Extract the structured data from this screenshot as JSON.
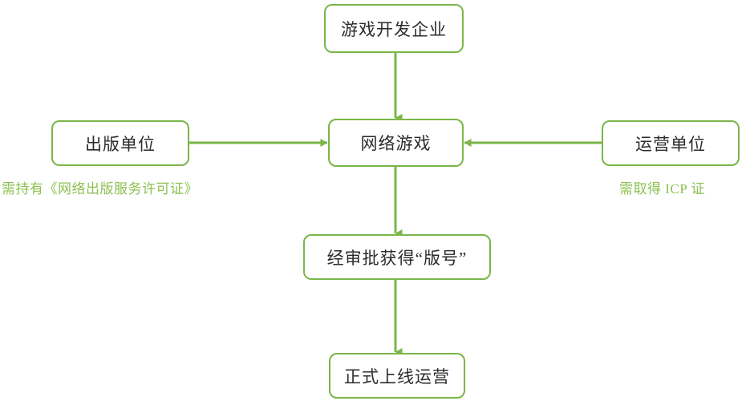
{
  "diagram": {
    "title_text": "",
    "accent_color": "#7ab648",
    "caption_color": "#8cc152",
    "nodes": {
      "developer": "游戏开发企业",
      "online_game": "网络游戏",
      "publisher": "出版单位",
      "operator": "运营单位",
      "approval": "经审批获得“版号”",
      "launch": "正式上线运营"
    },
    "captions": {
      "publisher_requirement": "需持有《网络出版服务许可证》",
      "operator_requirement": "需取得 ICP 证"
    },
    "edges": [
      {
        "from": "developer",
        "to": "online_game",
        "direction": "down",
        "label": ""
      },
      {
        "from": "publisher",
        "to": "online_game",
        "direction": "right",
        "label": ""
      },
      {
        "from": "operator",
        "to": "online_game",
        "direction": "left",
        "label": ""
      },
      {
        "from": "online_game",
        "to": "approval",
        "direction": "down",
        "label": ""
      },
      {
        "from": "approval",
        "to": "launch",
        "direction": "down",
        "label": ""
      }
    ]
  }
}
